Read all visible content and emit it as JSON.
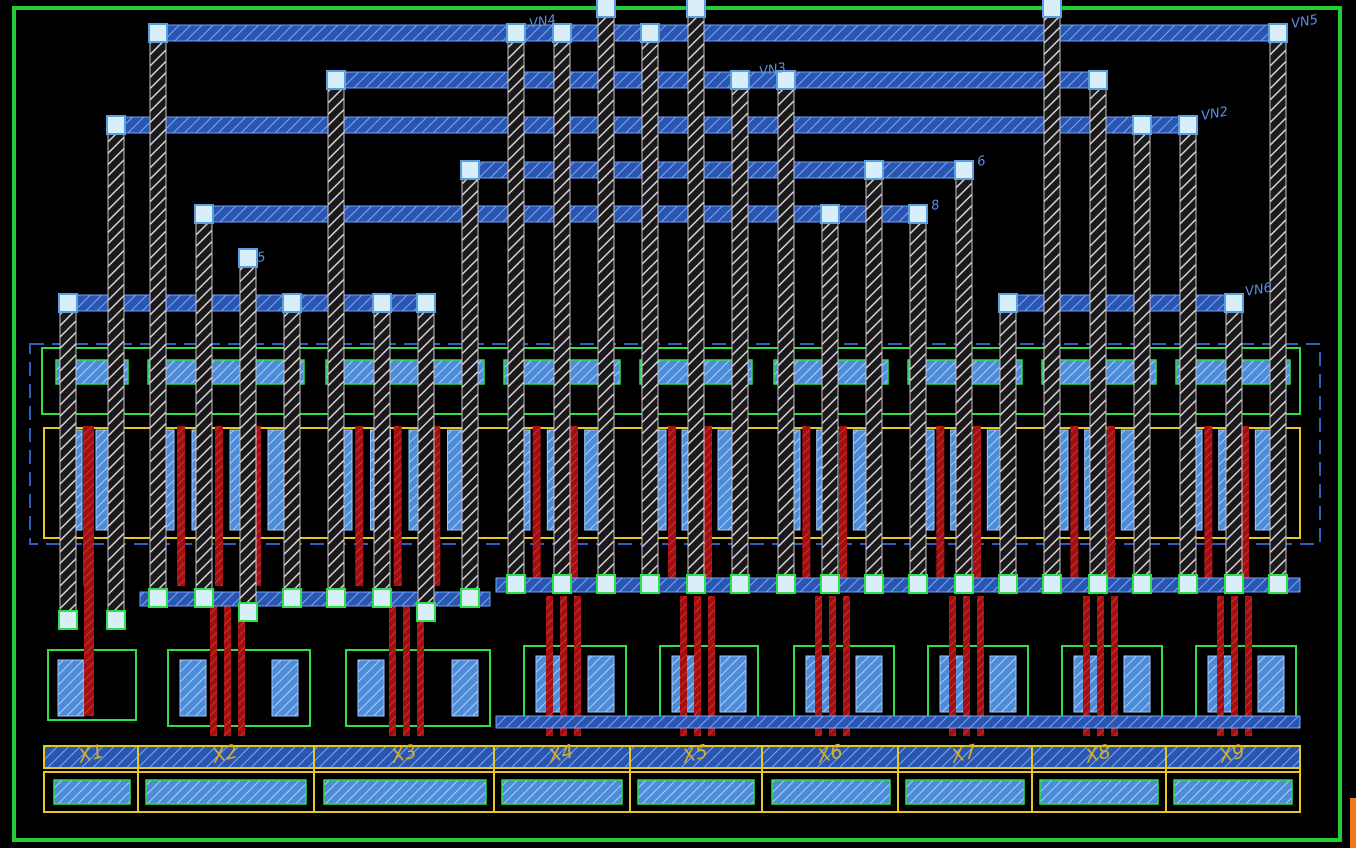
{
  "layout": {
    "net_labels": [
      "VN5",
      "VN3",
      "VN2",
      "5",
      "8",
      "6",
      "VN6",
      "VN4"
    ],
    "cell_labels": [
      "X1",
      "X2",
      "X3",
      "X4",
      "X5",
      "X6",
      "X7",
      "X8",
      "X9"
    ],
    "layer_colors": {
      "background": "#000000",
      "boundary": "#22cc33",
      "metal_horizontal": "#2f63c8",
      "metal_horizontal_edge": "#6fa0ff",
      "metal_vertical": "#c8c0c8",
      "poly": "#b01818",
      "diffusion": "#6fa8e8",
      "nwell_outline": "#e8c81e",
      "active_outline": "#2ee048",
      "via": "#d8eef8",
      "label": "#5a90e8",
      "cell_label": "#d8b020",
      "edge_marker": "#e8791e"
    }
  }
}
